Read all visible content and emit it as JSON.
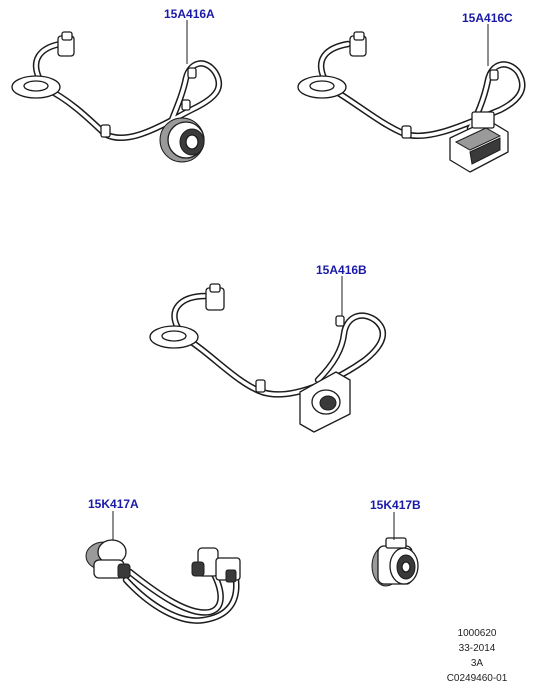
{
  "callouts": {
    "harness_a": "15A416A",
    "harness_c": "15A416C",
    "harness_b": "15A416B",
    "adapter_a": "15K417A",
    "adapter_b": "15K417B"
  },
  "reference": {
    "line1": "1000620",
    "line2": "33-2014",
    "line3": "3A",
    "line4": "C0249460-01"
  }
}
